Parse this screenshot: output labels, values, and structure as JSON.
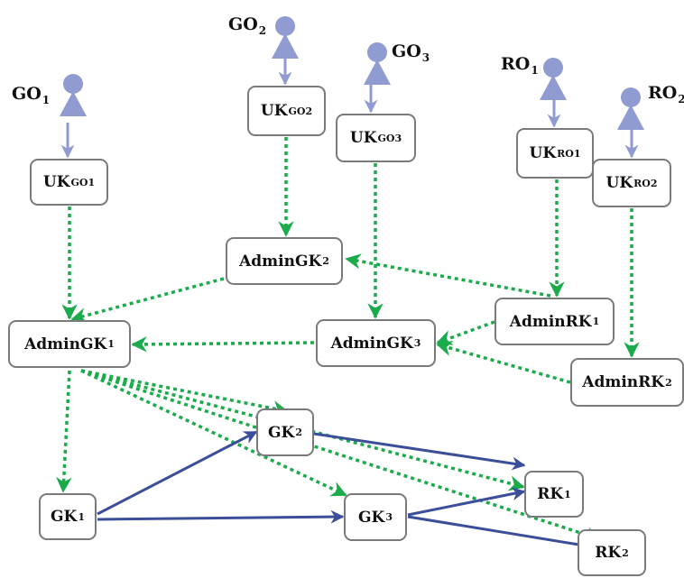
{
  "actors": [
    {
      "id": "GO1",
      "label": "GO",
      "sub": "1"
    },
    {
      "id": "GO2",
      "label": "GO",
      "sub": "2"
    },
    {
      "id": "GO3",
      "label": "GO",
      "sub": "3"
    },
    {
      "id": "RO1",
      "label": "RO",
      "sub": "1"
    },
    {
      "id": "RO2",
      "label": "RO",
      "sub": "2"
    }
  ],
  "nodes": [
    {
      "id": "UK_GO1",
      "label": "UK",
      "sub": "GO1"
    },
    {
      "id": "UK_GO2",
      "label": "UK",
      "sub": "GO2"
    },
    {
      "id": "UK_GO3",
      "label": "UK",
      "sub": "GO3"
    },
    {
      "id": "UK_RO1",
      "label": "UK",
      "sub": "RO1"
    },
    {
      "id": "UK_RO2",
      "label": "UK",
      "sub": "RO2"
    },
    {
      "id": "AdminGK2",
      "label": "AdminGK",
      "sub": "2"
    },
    {
      "id": "AdminGK1",
      "label": "AdminGK",
      "sub": "1"
    },
    {
      "id": "AdminGK3",
      "label": "AdminGK",
      "sub": "3"
    },
    {
      "id": "AdminRK1",
      "label": "AdminRK",
      "sub": "1"
    },
    {
      "id": "AdminRK2",
      "label": "AdminRK",
      "sub": "2"
    },
    {
      "id": "GK2",
      "label": "GK",
      "sub": "2"
    },
    {
      "id": "GK1",
      "label": "GK",
      "sub": "1"
    },
    {
      "id": "GK3",
      "label": "GK",
      "sub": "3"
    },
    {
      "id": "RK1",
      "label": "RK",
      "sub": "1"
    },
    {
      "id": "RK2",
      "label": "RK",
      "sub": "2"
    }
  ],
  "edges": [
    {
      "from": "GO1",
      "to": "UK_GO1",
      "style": "solid-light"
    },
    {
      "from": "GO2",
      "to": "UK_GO2",
      "style": "solid-light"
    },
    {
      "from": "GO3",
      "to": "UK_GO3",
      "style": "solid-light"
    },
    {
      "from": "RO1",
      "to": "UK_RO1",
      "style": "solid-light"
    },
    {
      "from": "RO2",
      "to": "UK_RO2",
      "style": "solid-light"
    },
    {
      "from": "UK_GO1",
      "to": "AdminGK1",
      "style": "dotted-green"
    },
    {
      "from": "UK_GO2",
      "to": "AdminGK2",
      "style": "dotted-green"
    },
    {
      "from": "UK_GO3",
      "to": "AdminGK3",
      "style": "dotted-green"
    },
    {
      "from": "UK_RO1",
      "to": "AdminRK1",
      "style": "dotted-green"
    },
    {
      "from": "UK_RO2",
      "to": "AdminRK2",
      "style": "dotted-green"
    },
    {
      "from": "AdminGK2",
      "to": "AdminGK1",
      "style": "dotted-green"
    },
    {
      "from": "AdminRK1",
      "to": "AdminGK2",
      "style": "dotted-green"
    },
    {
      "from": "AdminGK3",
      "to": "AdminGK1",
      "style": "dotted-green"
    },
    {
      "from": "AdminRK1",
      "to": "AdminGK3",
      "style": "dotted-green"
    },
    {
      "from": "AdminRK2",
      "to": "AdminGK3",
      "style": "dotted-green"
    },
    {
      "from": "AdminGK1",
      "to": "GK1",
      "style": "dotted-green"
    },
    {
      "from": "AdminGK1",
      "to": "GK2",
      "style": "dotted-green"
    },
    {
      "from": "AdminGK1",
      "to": "GK3",
      "style": "dotted-green"
    },
    {
      "from": "AdminGK1",
      "to": "RK1",
      "style": "dotted-green"
    },
    {
      "from": "AdminGK1",
      "to": "RK2",
      "style": "dotted-green"
    },
    {
      "from": "GK1",
      "to": "GK2",
      "style": "solid-dark"
    },
    {
      "from": "GK1",
      "to": "GK3",
      "style": "solid-dark"
    },
    {
      "from": "GK2",
      "to": "RK1",
      "style": "solid-dark"
    },
    {
      "from": "GK3",
      "to": "RK1",
      "style": "solid-dark"
    },
    {
      "from": "GK3",
      "to": "RK2",
      "style": "solid-dark"
    }
  ],
  "colors": {
    "actor": "#8f9bd1",
    "dotted": "#1aab4b",
    "solid_dark": "#3b4e99",
    "solid_light": "#8f9bd1",
    "box_border": "#7a7a7a"
  }
}
